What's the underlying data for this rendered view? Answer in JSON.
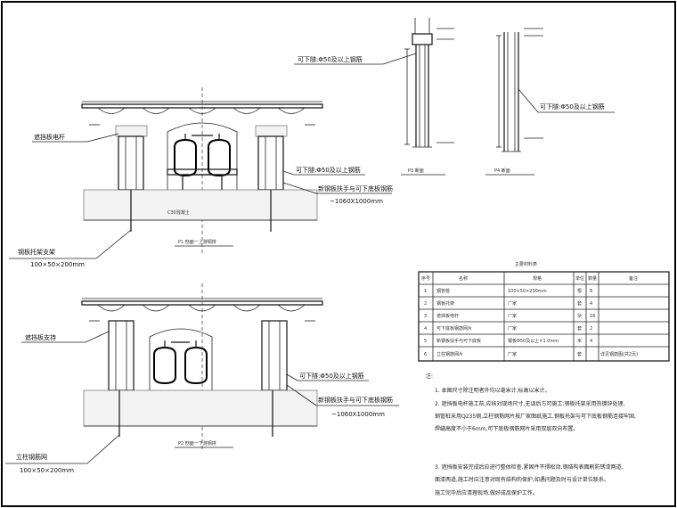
{
  "upper_section": {
    "left_callout": "遮挡板电杆",
    "support_label": "钢板托架支架",
    "support_size": "100×50×200mm",
    "right_callout_1": "可下隧:Φ50及以上钢筋",
    "right_callout_2": "新钢板扶手与可下底板钢筋",
    "right_callout_3": "~1060X1000mm",
    "caption": "P1 剖面一上游钢排",
    "base_label": "C30混凝土"
  },
  "lower_section": {
    "left_callout": "遮挡板支持",
    "support_label": "立柱钢筋网",
    "support_size": "100×50×200mm",
    "right_callout_1": "可下隧:Φ50及以上钢筋",
    "right_callout_2": "新钢板扶手与可下底板钢筋",
    "right_callout_3": "~1060X1000mm",
    "caption": "P2 剖面一下游钢排"
  },
  "details": {
    "left_callout": "可下隧:Φ50及以上钢筋",
    "right_callout": "可下隧:Φ50及以上钢筋",
    "left_caption": "P3 断面",
    "right_caption": "P4 断面"
  },
  "table": {
    "title": "主要材料表",
    "headers": [
      "序号",
      "名称",
      "规格",
      "单位",
      "数量",
      "备注"
    ],
    "rows": [
      [
        "1",
        "钢管桩",
        "100×50×200mm",
        "根",
        "8",
        ""
      ],
      [
        "2",
        "钢板托架",
        "厂家",
        "套",
        "4",
        ""
      ],
      [
        "3",
        "遮挡板电杆",
        "厂家",
        "块",
        "16",
        ""
      ],
      [
        "4",
        "可下底板钢筋网片",
        "厂家",
        "套",
        "2",
        ""
      ],
      [
        "5",
        "新钢板扶手与可下底板",
        "钢板Φ50及以上×1.0mm",
        "米",
        "4",
        ""
      ],
      [
        "6",
        "立柱钢筋网片",
        "厂家",
        "套",
        "",
        "详见钢筋图(共2页)"
      ]
    ]
  },
  "notes": {
    "heading": "注:",
    "lines": [
      "1. 本图尺寸除注明者外均以毫米计,标高以米计。",
      "2. 遮挡板电杆施工前,应核对现场尺寸,无误后方可施工;钢板托架采用热镀锌处理,",
      "   钢管桩采用Q235钢,立柱钢筋网片按厂家图纸施工,钢板托架与可下底板钢筋连接牢固,",
      "   焊缝高度不小于6mm,可下底板钢筋网片采用双层双向布置。",
      "3. 遮挡板安装完成后应进行整体检查,紧固件不得松动,钢结构表面刷防锈漆两道,",
      "   面漆两道,施工时应注意对既有结构的保护,如遇问题及时与设计单位联系。",
      "   施工完毕后应清理现场,做好成品保护工作。"
    ]
  }
}
